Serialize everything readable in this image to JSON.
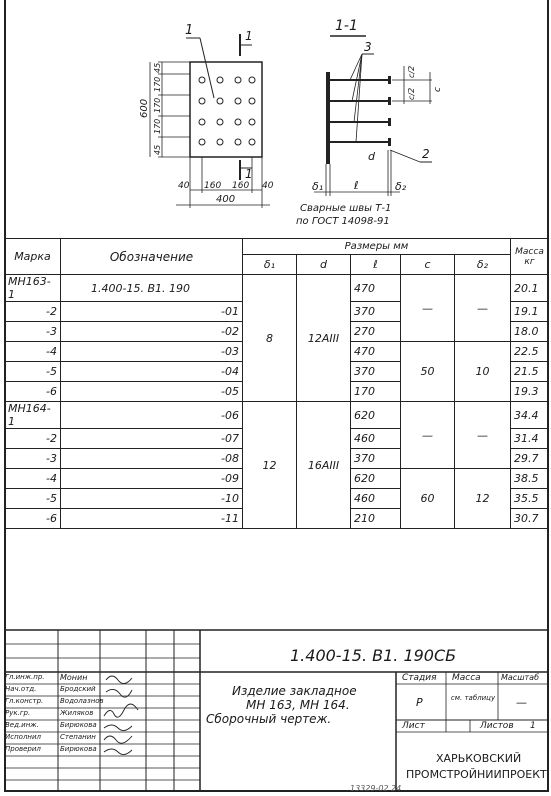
{
  "drawing": {
    "plan_leader": "1",
    "section_marks": [
      "1",
      "1"
    ],
    "section_title": "1-1",
    "section_leader_anchors": "3",
    "section_leader_plate": "2",
    "plan_dims_vertical": [
      "45",
      "170",
      "170",
      "170",
      "45"
    ],
    "plan_dim_total": "600",
    "plan_dims_horizontal": [
      "40",
      "160",
      "160",
      "40"
    ],
    "plan_dim_width": "400",
    "section_dims": [
      "c/2",
      "c/2",
      "c"
    ],
    "section_labels": [
      "δ₁",
      "ℓ",
      "δ₂",
      "d"
    ],
    "weld_note_1": "Сварные швы Т-1",
    "weld_note_2": "по ГОСТ 14098-91"
  },
  "table": {
    "headers": {
      "mark": "Марка",
      "designation": "Обозначение",
      "sizes": "Размеры мм",
      "d1": "δ₁",
      "d": "d",
      "l": "ℓ",
      "c": "с",
      "d2": "δ₂",
      "mass": "Масса кг"
    },
    "rows": [
      {
        "mark": "МН163-1",
        "desig": "1.400-15. В1. 190",
        "l": "470",
        "mass": "20.1"
      },
      {
        "mark": "-2",
        "desig": "-01",
        "l": "370",
        "mass": "19.1"
      },
      {
        "mark": "-3",
        "desig": "-02",
        "l": "270",
        "mass": "18.0"
      },
      {
        "mark": "-4",
        "desig": "-03",
        "l": "470",
        "mass": "22.5"
      },
      {
        "mark": "-5",
        "desig": "-04",
        "l": "370",
        "mass": "21.5"
      },
      {
        "mark": "-6",
        "desig": "-05",
        "l": "170",
        "mass": "19.3"
      },
      {
        "mark": "МН164-1",
        "desig": "-06",
        "l": "620",
        "mass": "34.4"
      },
      {
        "mark": "-2",
        "desig": "-07",
        "l": "460",
        "mass": "31.4"
      },
      {
        "mark": "-3",
        "desig": "-08",
        "l": "370",
        "mass": "29.7"
      },
      {
        "mark": "-4",
        "desig": "-09",
        "l": "620",
        "mass": "38.5"
      },
      {
        "mark": "-5",
        "desig": "-10",
        "l": "460",
        "mass": "35.5"
      },
      {
        "mark": "-6",
        "desig": "-11",
        "l": "210",
        "mass": "30.7"
      }
    ],
    "group1": {
      "d1": "8",
      "d": "12АIII",
      "c_dash": "—",
      "d2_dash": "—",
      "c": "50",
      "d2": "10"
    },
    "group2": {
      "d1": "12",
      "d": "16АIII",
      "c_dash": "—",
      "d2_dash": "—",
      "c": "60",
      "d2": "12"
    }
  },
  "titleblock": {
    "code": "1.400-15. В1. 190СБ",
    "roles": [
      "Гл.инж.пр.",
      "Нач.отд.",
      "Гл.констр.",
      "Рук.гр.",
      "Вед.инж.",
      "Исполнил",
      "Проверил"
    ],
    "names": [
      "Монин",
      "Бродский",
      "Водолазнов",
      "Жиляков",
      "Бирюкова",
      "Степанин",
      "Бирюкова"
    ],
    "title_line1": "Изделие закладное",
    "title_line2": "МН 163, МН 164.",
    "title_line3": "Сборочный чертеж.",
    "stage_label": "Стадия",
    "mass_label": "Масса",
    "scale_label": "Масштаб",
    "stage": "Р",
    "mass_value": "см. таблицу",
    "scale_value": "—",
    "sheet_label": "Лист",
    "sheets_label": "Листов",
    "sheets_value": "1",
    "org_line1": "ХАРЬКОВСКИЙ",
    "org_line2": "ПРОМСТРОЙНИИПРОЕКТ",
    "bottom_note": "13329-02 24"
  }
}
